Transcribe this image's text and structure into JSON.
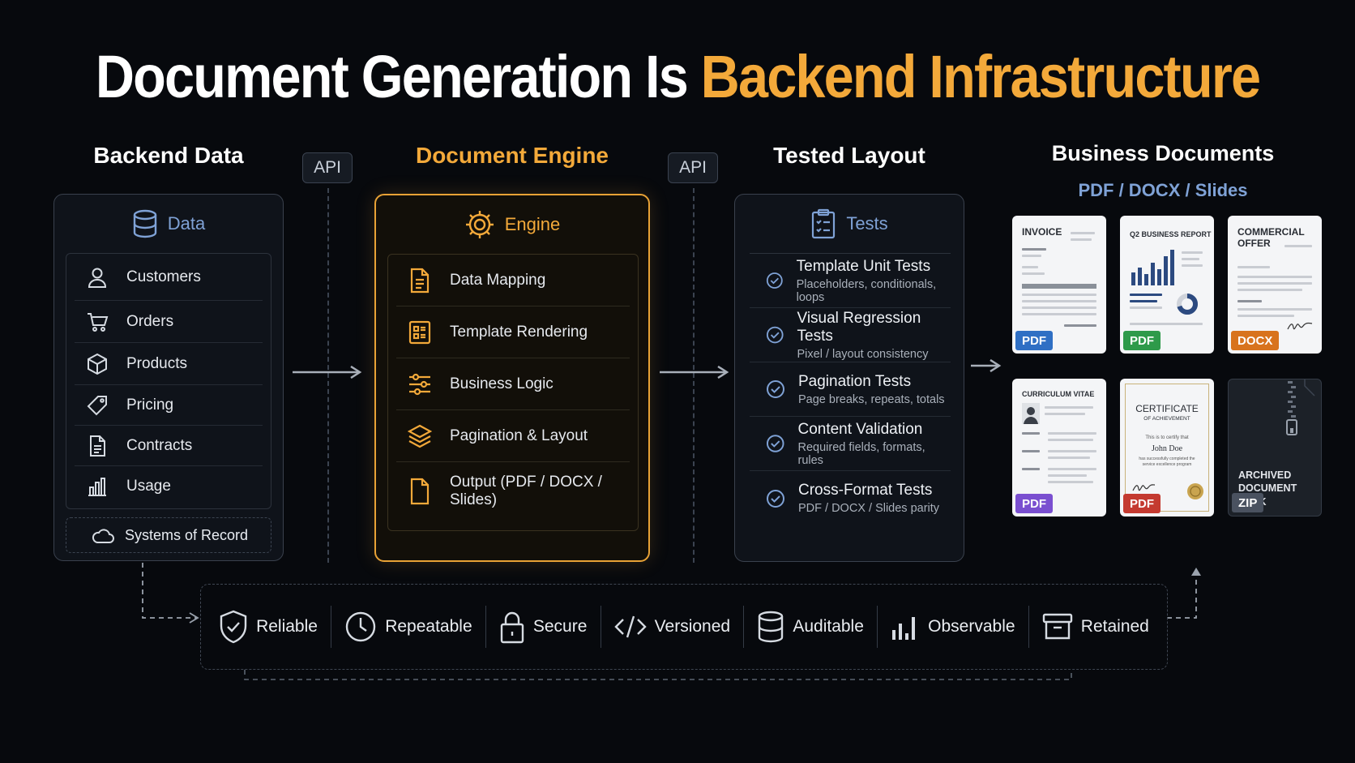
{
  "title": {
    "part1": "Document Generation Is ",
    "part2": "Backend Infrastructure"
  },
  "api_label": "API",
  "backend": {
    "heading": "Backend Data",
    "panel_title": "Data",
    "items": [
      "Customers",
      "Orders",
      "Products",
      "Pricing",
      "Contracts",
      "Usage"
    ],
    "footer": "Systems of Record"
  },
  "engine": {
    "heading": "Document Engine",
    "panel_title": "Engine",
    "items": [
      "Data Mapping",
      "Template Rendering",
      "Business Logic",
      "Pagination & Layout",
      "Output (PDF / DOCX / Slides)"
    ]
  },
  "tests": {
    "heading": "Tested Layout",
    "panel_title": "Tests",
    "items": [
      {
        "title": "Template Unit Tests",
        "sub": "Placeholders, conditionals, loops"
      },
      {
        "title": "Visual Regression Tests",
        "sub": "Pixel / layout consistency"
      },
      {
        "title": "Pagination Tests",
        "sub": "Page breaks, repeats, totals"
      },
      {
        "title": "Content Validation",
        "sub": "Required fields, formats, rules"
      },
      {
        "title": "Cross-Format Tests",
        "sub": "PDF / DOCX / Slides parity"
      }
    ]
  },
  "business": {
    "heading": "Business Documents",
    "subheading": "PDF / DOCX / Slides",
    "docs": [
      {
        "title": "INVOICE",
        "badge": "PDF"
      },
      {
        "title": "Q2 BUSINESS REPORT",
        "badge": "PDF"
      },
      {
        "title": "COMMERCIAL OFFER",
        "badge": "DOCX"
      },
      {
        "title": "CURRICULUM VITAE",
        "badge": "PDF"
      },
      {
        "title": "CERTIFICATE",
        "subtitle": "OF ACHIEVEMENT",
        "small": "This is to certify that",
        "name": "John Doe",
        "small2": "has successfully completed the service excellence program",
        "badge": "PDF"
      },
      {
        "title": "ARCHIVED DOCUMENT PACK",
        "badge": "ZIP"
      }
    ]
  },
  "properties": [
    "Reliable",
    "Repeatable",
    "Secure",
    "Versioned",
    "Auditable",
    "Observable",
    "Retained"
  ],
  "colors": {
    "accent": "#f3a93a",
    "blue_text": "#7fa2d6",
    "pdf_blue": "#2f6fc4",
    "pdf_green": "#2e9a4a",
    "docx": "#d8731d",
    "pdf_purple": "#7a4fd0",
    "pdf_red": "#c43a30",
    "zip": "#4a5260"
  }
}
